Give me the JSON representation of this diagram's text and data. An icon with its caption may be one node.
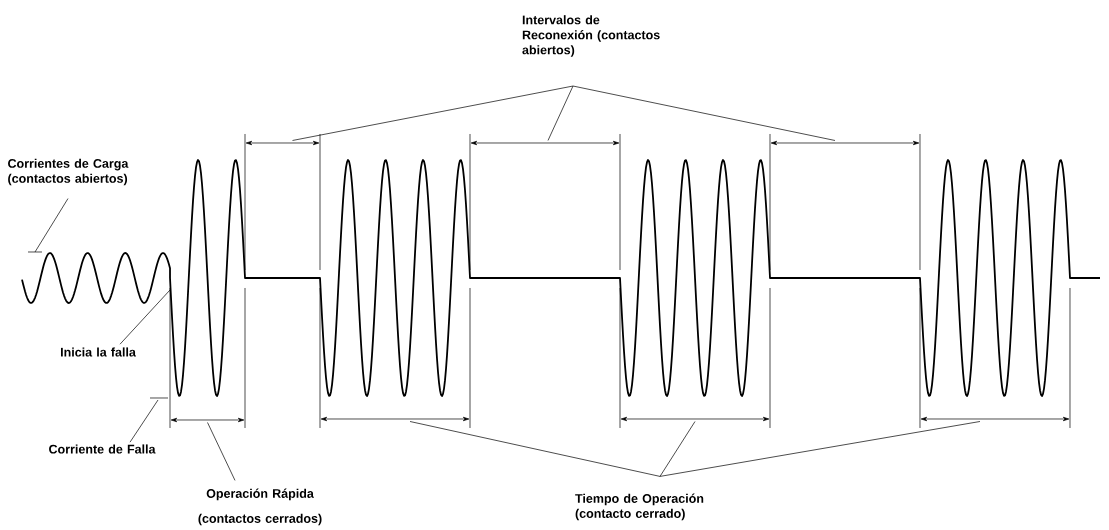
{
  "diagram": {
    "nodes": [
      {
        "text": [
          "Intervalos de Reconexión (contactos abiertos)"
        ]
      },
      {
        "text": [
          "Corrientes de Carga (contactos abiertos)"
        ]
      },
      {
        "text": [
          "Inicia la falla"
        ]
      },
      {
        "text": [
          "Corriente de Falla"
        ]
      },
      {
        "text": [
          "Operación Rápida (contactos cerrados)"
        ]
      },
      {
        "text": [
          "Tiempo de Operación (contacto cerrado)"
        ]
      },
      {
        "text": [],
        "shape": "line"
      },
      {
        "text": [],
        "shape": "line"
      },
      {
        "text": [],
        "shape": "line"
      },
      {
        "text": [],
        "shape": "line"
      },
      {
        "text": [],
        "shape": "line"
      },
      {
        "text": [],
        "shape": "line"
      },
      {
        "text": [],
        "shape": "line"
      }
    ],
    "edges": [
      {
        "from": 1,
        "to": null,
        "arrow": "none"
      },
      {
        "from": 2,
        "to": null,
        "arrow": "none"
      },
      {
        "from": 3,
        "to": null,
        "arrow": "none"
      },
      {
        "from": 4,
        "to": 9,
        "arrow": "none"
      },
      {
        "from": 0,
        "to": 6,
        "arrow": "none"
      },
      {
        "from": 0,
        "to": 7,
        "arrow": "none"
      },
      {
        "from": 0,
        "to": 8,
        "arrow": "none"
      },
      {
        "from": 5,
        "to": 10,
        "arrow": "none"
      },
      {
        "from": 5,
        "to": 11,
        "arrow": "none"
      },
      {
        "from": 5,
        "to": 12,
        "arrow": "none"
      }
    ]
  }
}
